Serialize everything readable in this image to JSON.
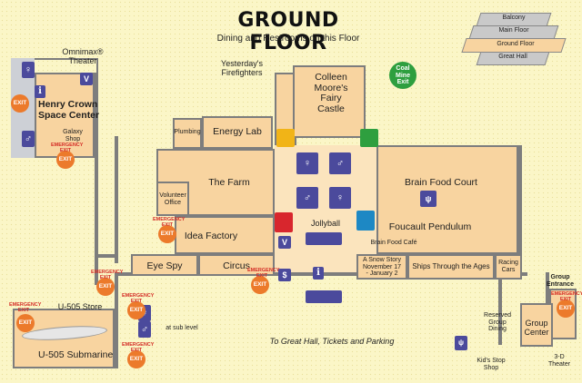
{
  "title": "GROUND FLOOR",
  "subtitle": "Dining and Restrooms on this Floor",
  "legend_levels": [
    "Balcony",
    "Main Floor",
    "Ground Floor",
    "Great Hall"
  ],
  "rooms": {
    "omnimax": "Omnimax®\nTheater",
    "henry_crown": "Henry Crown\nSpace Center",
    "galaxy_shop": "Galaxy\nShop",
    "firefighters": "Yesterday's\nFirefighters",
    "colleen": "Colleen\nMoore's\nFairy\nCastle",
    "coal_mine": "Coal\nMine\nExit",
    "plumbing": "Plumbing",
    "energy_lab": "Energy Lab",
    "farm": "The Farm",
    "volunteer": "Volunteer\nOffice",
    "idea_factory": "Idea Factory",
    "jollyball": "Jollyball",
    "brain_food_court": "Brain Food Court",
    "foucault": "Foucault Pendulum",
    "brain_food_cafe": "Brain Food Café",
    "eye_spy": "Eye Spy",
    "circus": "Circus",
    "snow_story": "A Snow Story\nNovember 17\n- January 2",
    "ships": "Ships Through the Ages",
    "racing": "Racing\nCars",
    "group_entrance": "Group\nEntrance",
    "reserved_dining": "Reserved\nGroup\nDining",
    "group_center": "Group\nCenter",
    "u505_store": "U-505 Store",
    "u505_sub": "U-505 Submarine",
    "sub_level": "at sub level",
    "kids_stop": "Kid's Stop\nShop",
    "theater3d": "3-D\nTheater"
  },
  "exit_text": "EXIT",
  "emergency_label": "EMERGENCY\nEXIT",
  "directions": "To Great Hall, Tickets and Parking",
  "colors": {
    "room": "#f8d4a0",
    "wall": "#7d7d7d",
    "restroom": "#4b4a9c",
    "exit": "#ec7a2b",
    "coal": "#2e9f3f"
  }
}
